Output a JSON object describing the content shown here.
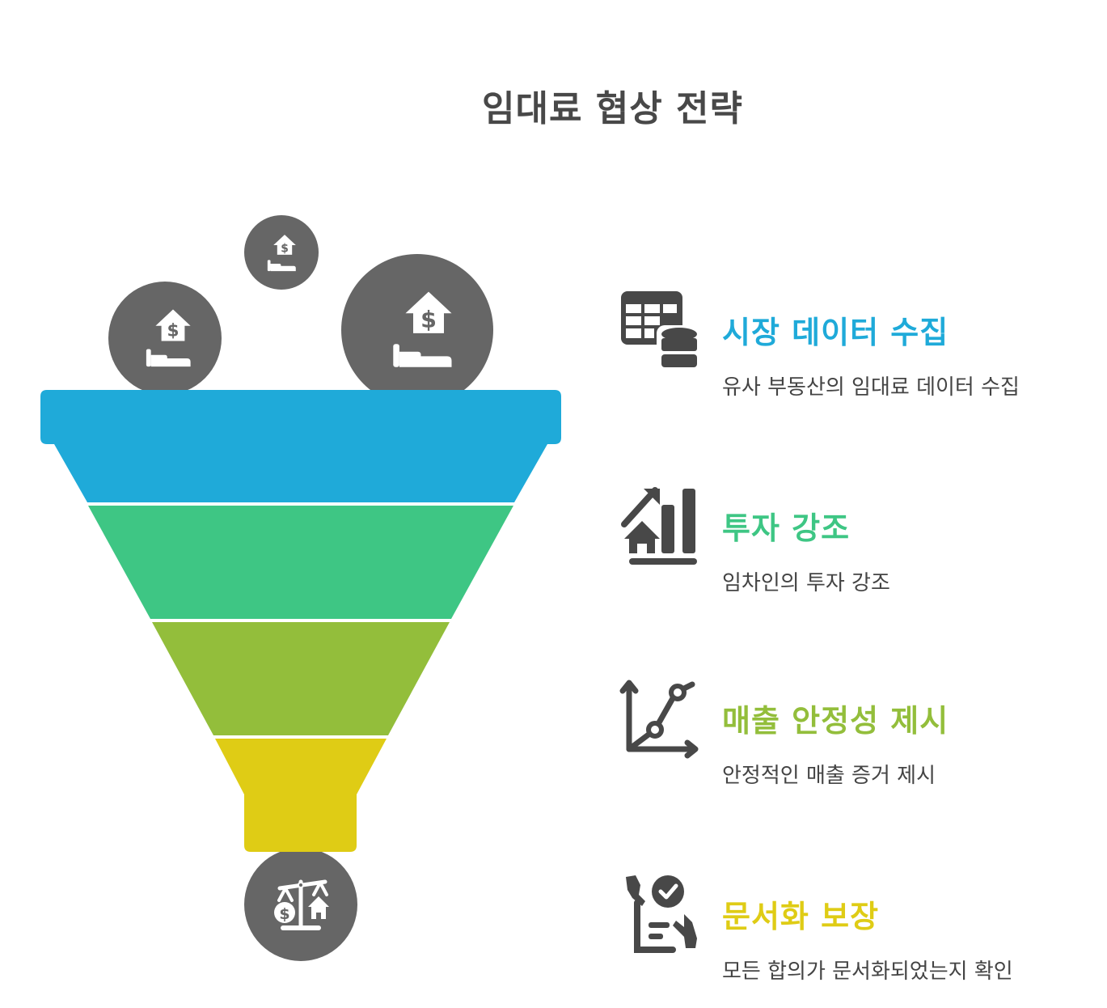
{
  "title": "임대료 협상 전략",
  "colors": {
    "circle": "#666666",
    "icon_dark": "#484848",
    "blue": "#1FAAD9",
    "green": "#3EC684",
    "olive": "#93BE3B",
    "yellow": "#DFCC15",
    "text": "#444444"
  },
  "funnel": {
    "input_icons": [
      "hand-house-dollar-icon",
      "hand-house-dollar-icon",
      "hand-house-dollar-icon"
    ],
    "output_icon": "scale-money-house-icon",
    "layers": [
      {
        "color": "#1FAAD9",
        "label": "시장 데이터 수집"
      },
      {
        "color": "#3EC684",
        "label": "투자 강조"
      },
      {
        "color": "#93BE3B",
        "label": "매출 안정성 제시"
      },
      {
        "color": "#DFCC15",
        "label": "문서화 보장"
      }
    ]
  },
  "steps": [
    {
      "heading": "시장 데이터 수집",
      "description": "유사 부동산의 임대료 데이터 수집",
      "color": "#1FAAD9",
      "icon": "table-database-icon"
    },
    {
      "heading": "투자 강조",
      "description": "임차인의 투자 강조",
      "color": "#3EC684",
      "icon": "house-growth-chart-icon"
    },
    {
      "heading": "매출 안정성 제시",
      "description": "안정적인 매출 증거 제시",
      "color": "#93BE3B",
      "icon": "line-graph-icon"
    },
    {
      "heading": "문서화 보장",
      "description": "모든 합의가 문서화되었는지 확인",
      "color": "#DFCC15",
      "icon": "hands-document-check-icon"
    }
  ]
}
